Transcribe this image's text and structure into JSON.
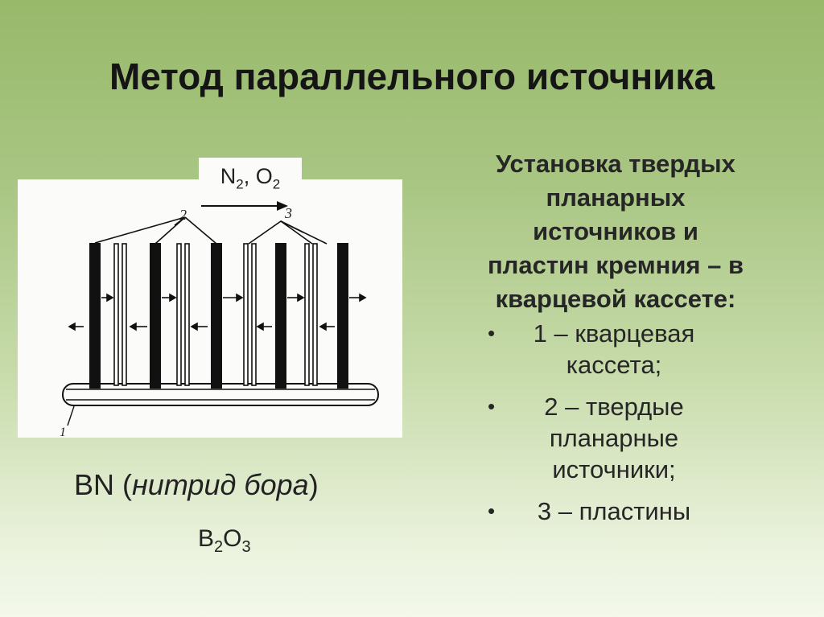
{
  "slide": {
    "title": "Метод параллельного источника"
  },
  "figure": {
    "gas_label_base_1": "N",
    "gas_label_sub_1": "2",
    "gas_label_sep": ", O",
    "gas_label_sub_2": "2",
    "callout_1": "1",
    "callout_2": "2",
    "callout_3": "3"
  },
  "left_text": {
    "bn_prefix": "BN (",
    "bn_italic": "нитрид бора",
    "bn_suffix": ")",
    "b2o3_b": "B",
    "b2o3_sub1": "2",
    "b2o3_o": "O",
    "b2o3_sub2": "3"
  },
  "right_text": {
    "heading_lines": [
      "Установка твердых",
      "планарных",
      "источников и",
      "пластин кремния – в",
      "кварцевой кассете:"
    ],
    "bullet_symbol": "•",
    "bullets": [
      [
        "1 – кварцевая",
        "кассета;"
      ],
      [
        "2 – твердые",
        "планарные",
        "источники;"
      ],
      [
        "3 – пластины"
      ]
    ]
  }
}
